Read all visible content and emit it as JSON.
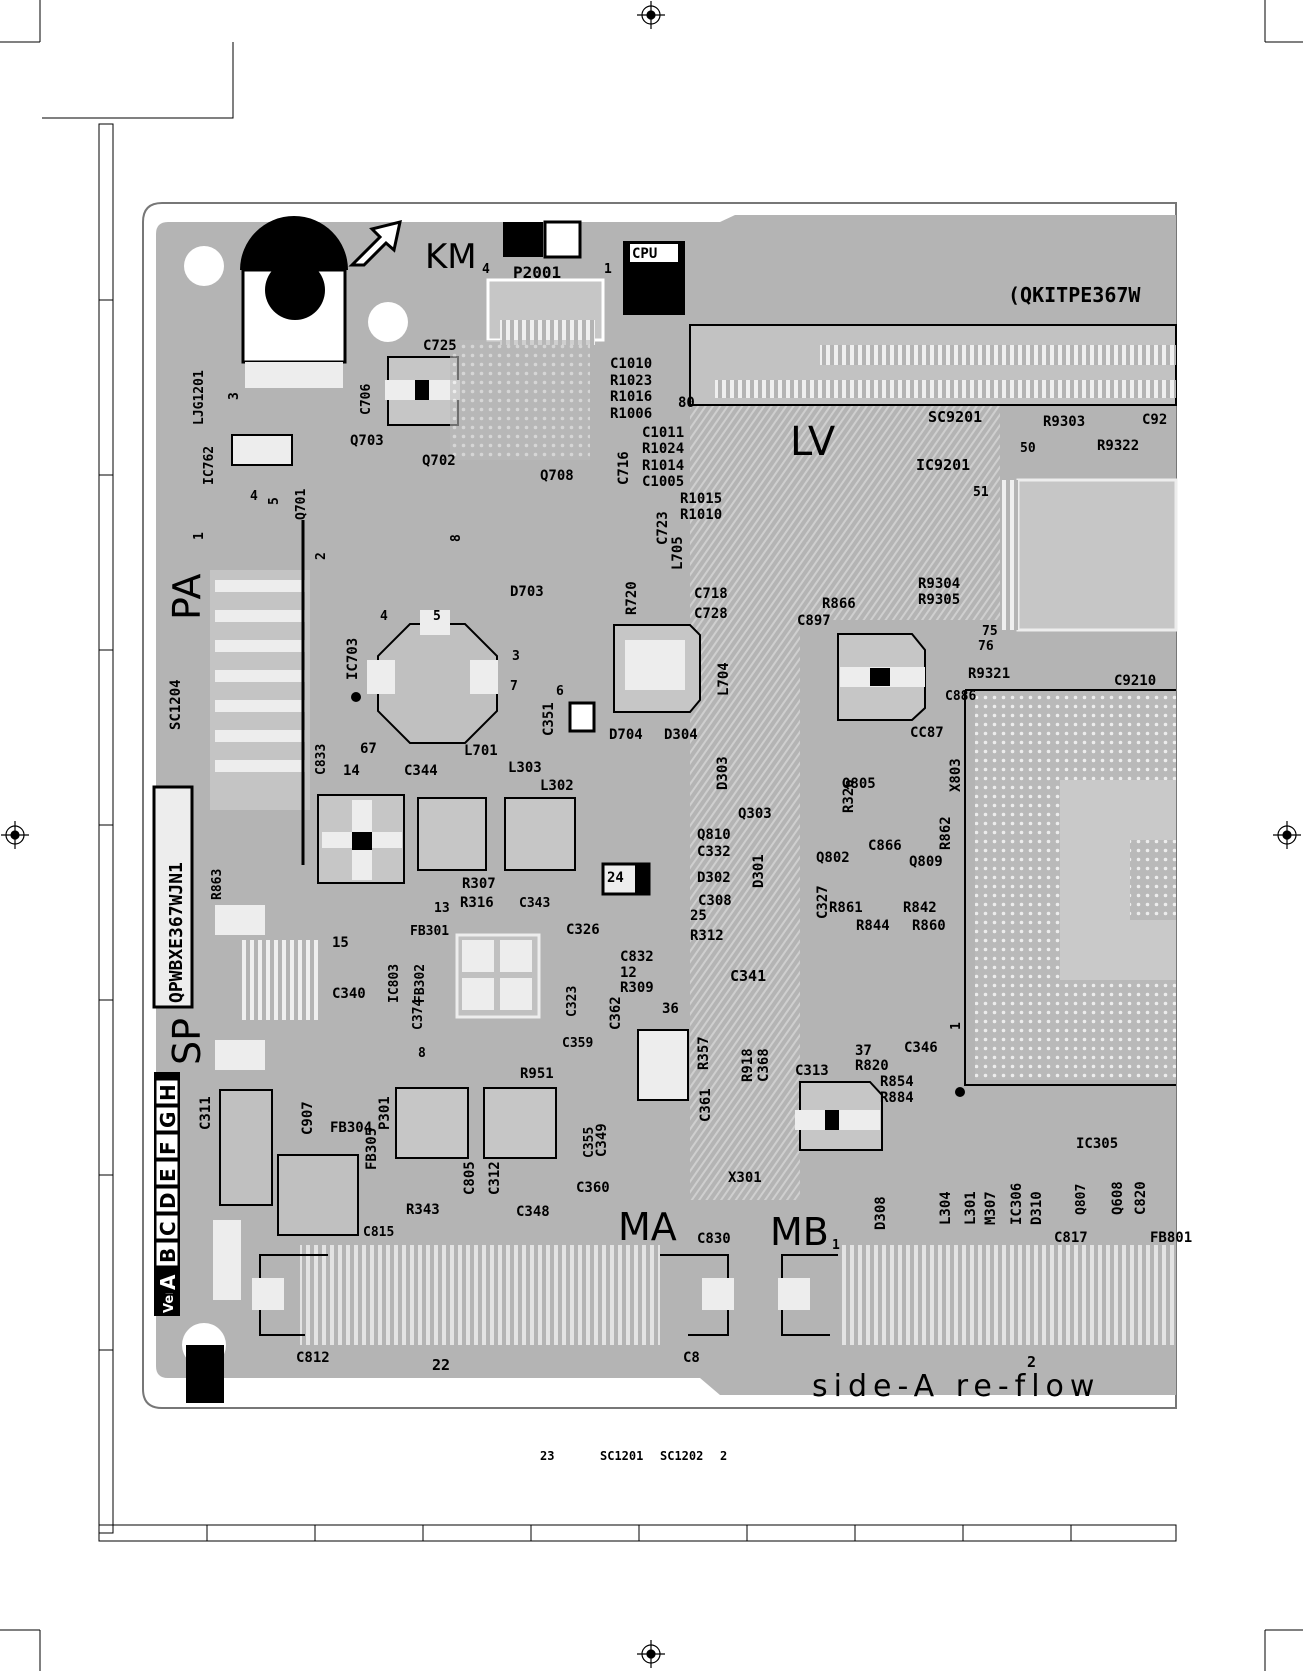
{
  "board_markings": {
    "top_connectors": [
      "KM",
      "4",
      "P2001",
      "1",
      "CPU"
    ],
    "part_no": "(QKITPE367W",
    "board_id": "QPWBXE367WJN1",
    "ver_label": "Ver",
    "ver_letters": [
      "A",
      "B",
      "C",
      "D",
      "E",
      "F",
      "G",
      "H"
    ],
    "side_marking": "side-A re-flow"
  },
  "block_labels": [
    {
      "id": "pa",
      "text": "PA"
    },
    {
      "id": "sp",
      "text": "SP"
    },
    {
      "id": "lv",
      "text": "LV"
    },
    {
      "id": "ma",
      "text": "MA"
    },
    {
      "id": "mb",
      "text": "MB"
    }
  ],
  "component_labels": [
    "LJG1201",
    "3",
    "IC762",
    "4",
    "5",
    "1",
    "Q701",
    "2",
    "C725",
    "C706",
    "Q703",
    "Q702",
    "Q708",
    "C1010",
    "R1023",
    "R1016",
    "R1006",
    "80",
    "C1011",
    "R1024",
    "R1014",
    "C1005",
    "C716",
    "R1015",
    "R1010",
    "C723",
    "SC9201",
    "R9303",
    "C92",
    "IC9201",
    "50",
    "R9322",
    "51",
    "8",
    "D703",
    "R720",
    "L705",
    "C718",
    "C728",
    "R866",
    "C897",
    "R9304",
    "R9305",
    "75",
    "76",
    "R9321",
    "C9210",
    "SC1204",
    "IC703",
    "4",
    "5",
    "3",
    "7",
    "6",
    "L704",
    "Q805",
    "CC87",
    "C886",
    "67",
    "L701",
    "C351",
    "D704",
    "D304",
    "C833",
    "14",
    "C344",
    "L303",
    "L302",
    "D303",
    "Q303",
    "R326",
    "X803",
    "R862",
    "C866",
    "Q809",
    "Q802",
    "Q810",
    "C332",
    "D302",
    "D301",
    "R307",
    "R316",
    "C343",
    "13",
    "24",
    "C308",
    "C327",
    "R861",
    "R842",
    "R844",
    "R860",
    "R863",
    "15",
    "FB301",
    "25",
    "R312",
    "C326",
    "C832",
    "12",
    "R309",
    "C341",
    "C340",
    "IC803",
    "FB302",
    "C374",
    "C362",
    "36",
    "R357",
    "C323",
    "C359",
    "1",
    "8",
    "R951",
    "37",
    "C346",
    "R820",
    "R854",
    "R884",
    "R918",
    "C368",
    "C313",
    "C311",
    "C907",
    "P301",
    "FB304",
    "FB305",
    "C355",
    "C349",
    "C361",
    "IC305",
    "X301",
    "C360",
    "R343",
    "C805",
    "C312",
    "C348",
    "D308",
    "L304",
    "L301",
    "M307",
    "IC306",
    "D310",
    "Q807",
    "Q608",
    "C820",
    "C817",
    "FB801",
    "C830",
    "C815",
    "C812",
    "C8",
    "22",
    "2",
    "1",
    "23",
    "SC1201",
    "SC1202",
    "2"
  ],
  "colors": {
    "board": "#b4b4b4",
    "copper": "#c8c8c8",
    "pad": "#f0f0f0",
    "ink": "#000000"
  }
}
